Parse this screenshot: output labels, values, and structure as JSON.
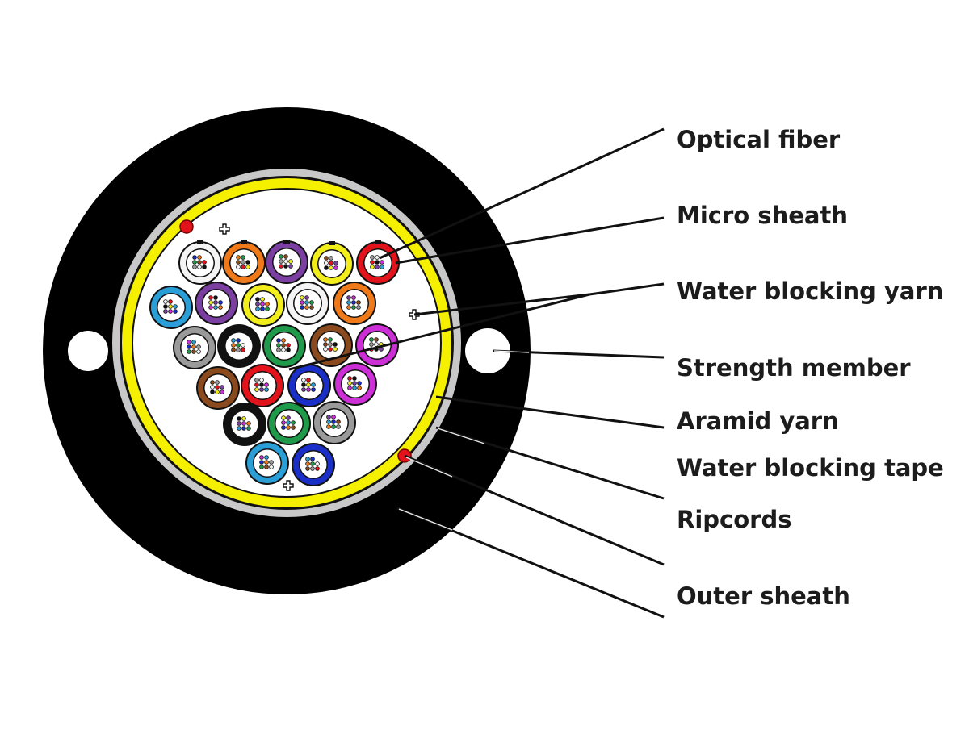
{
  "labels": {
    "optical_fiber": "Optical fiber",
    "micro_sheath": "Micro sheath",
    "water_blocking_yarn": "Water blocking yarn",
    "strength_member": "Strength member",
    "aramid_yarn": "Aramid yarn",
    "water_blocking_tape": "Water blocking tape",
    "ripcords": "Ripcords",
    "outer_sheath": "Outer sheath"
  },
  "colors": {
    "outer_sheath": "#000000",
    "water_blocking_tape": "#c8c8c8",
    "aramid_yarn": "#f5f000",
    "ripcord": "#e3131b",
    "strength_member": "#ffffff",
    "leader_line": "#111111"
  },
  "micro_sheath_colors": [
    "white",
    "orange",
    "purple",
    "yellow",
    "red",
    "blue",
    "purple",
    "yellow",
    "white",
    "orange",
    "gray",
    "black",
    "green",
    "brown",
    "magenta",
    "brown",
    "red",
    "navy",
    "magenta",
    "black",
    "green",
    "gray",
    "blue",
    "navy"
  ]
}
